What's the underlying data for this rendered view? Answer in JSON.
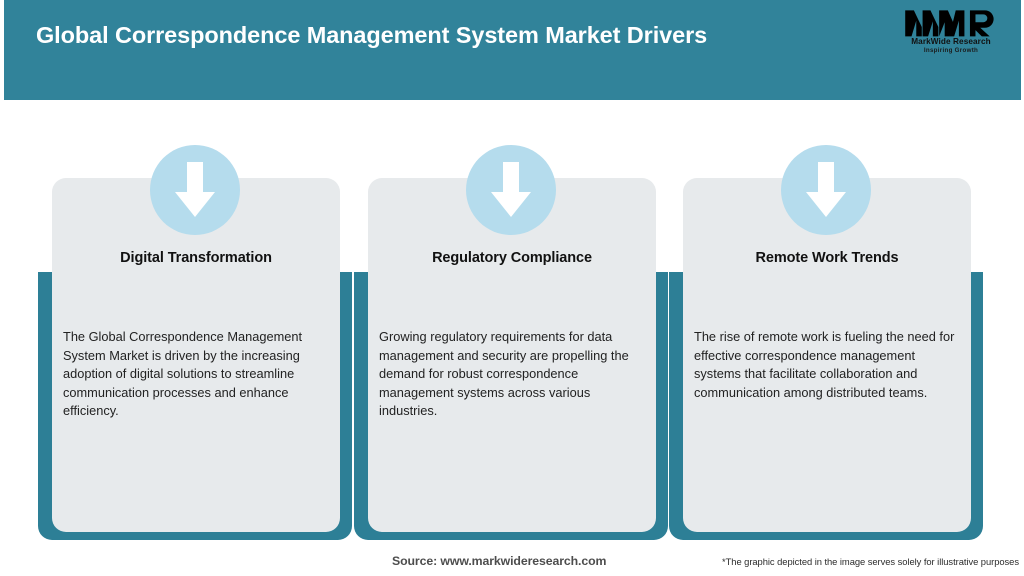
{
  "header": {
    "title": "Global Correspondence Management System Market Drivers",
    "background_color": "#31839a",
    "title_color": "#ffffff"
  },
  "logo": {
    "mark": "MWR",
    "name": "MarkWide Research",
    "tagline": "Inspiring Growth"
  },
  "cards": [
    {
      "icon": "down-arrow-icon",
      "title": "Digital Transformation",
      "body": "The Global Correspondence Management System Market is driven by the increasing adoption of digital solutions to streamline communication processes and enhance efficiency."
    },
    {
      "icon": "down-arrow-icon",
      "title": "Regulatory Compliance",
      "body": "Growing regulatory requirements for data management and security are propelling the demand for robust correspondence management systems across various industries."
    },
    {
      "icon": "down-arrow-icon",
      "title": "Remote Work Trends",
      "body": "The rise of remote work is fueling the need for effective correspondence management systems that facilitate collaboration and communication among distributed teams."
    }
  ],
  "footer": {
    "source": "Source: www.markwideresearch.com",
    "disclaimer": "*The graphic depicted in the image serves solely for illustrative purposes"
  },
  "colors": {
    "brand_teal": "#31839a",
    "frame_teal": "#2d7f96",
    "card_grey": "#e7eaec",
    "icon_blue": "#b5dced",
    "arrow_white": "#ffffff"
  }
}
